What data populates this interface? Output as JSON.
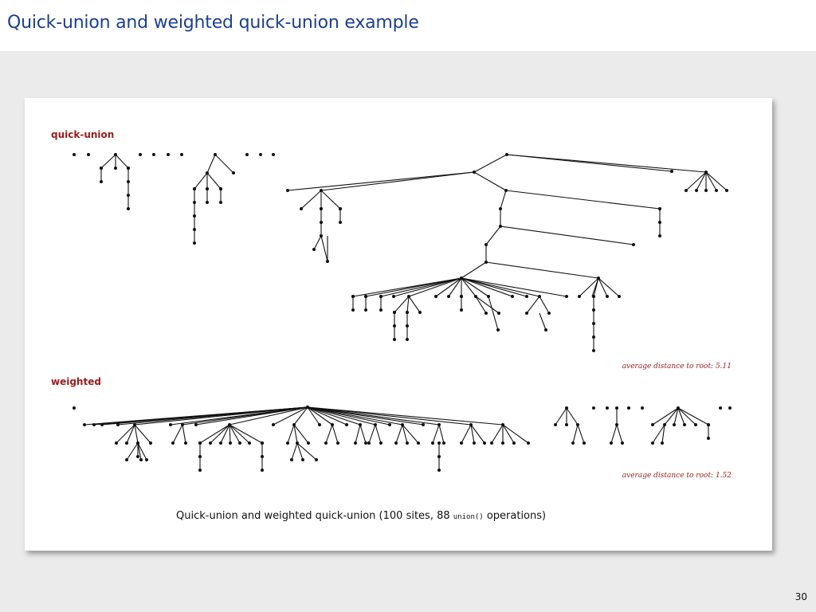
{
  "slide": {
    "title": "Quick-union and weighted quick-union example",
    "page_number": "30"
  },
  "figure": {
    "quick_union": {
      "label": "quick-union",
      "stat": "average distance to root: 5.11"
    },
    "weighted": {
      "label": "weighted",
      "stat": "average distance to root: 1.52"
    },
    "caption": {
      "before": "Quick-union and weighted quick-union (100 sites, 88 ",
      "code": "union()",
      "after": " operations)"
    }
  },
  "colors": {
    "title": "#1b3f8f",
    "section_label": "#9c1c1c",
    "tree": "#111111",
    "card": "#ffffff",
    "background": "#ebebeb"
  }
}
